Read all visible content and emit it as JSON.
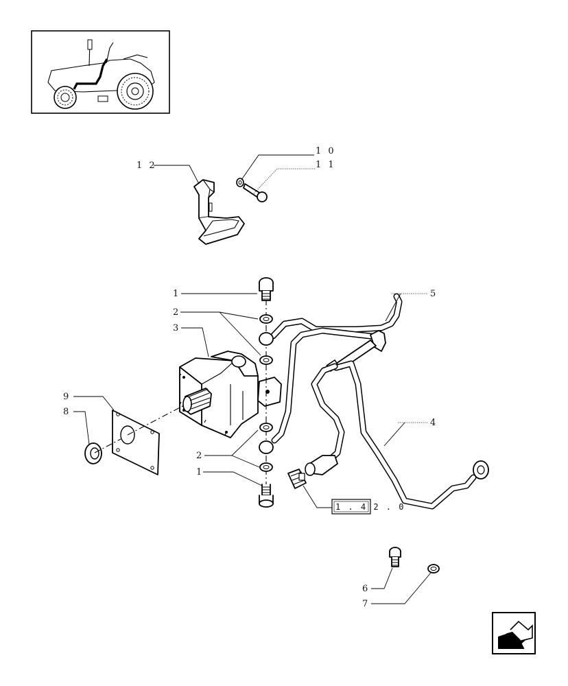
{
  "callouts": {
    "c1_top": "1",
    "c2_top": "2",
    "c3": "3",
    "c4": "4",
    "c5": "5",
    "c6": "6",
    "c7": "7",
    "c8": "8",
    "c9": "9",
    "c10": "1 0",
    "c11": "1 1",
    "c12": "1 2",
    "c2_bottom": "2",
    "c1_bottom": "1"
  },
  "reference": {
    "label": "1 . 4 2 . 0"
  },
  "icons": {
    "thumbnail": "tractor-location-thumbnail-icon",
    "nav": "previous-page-arrow-icon"
  }
}
